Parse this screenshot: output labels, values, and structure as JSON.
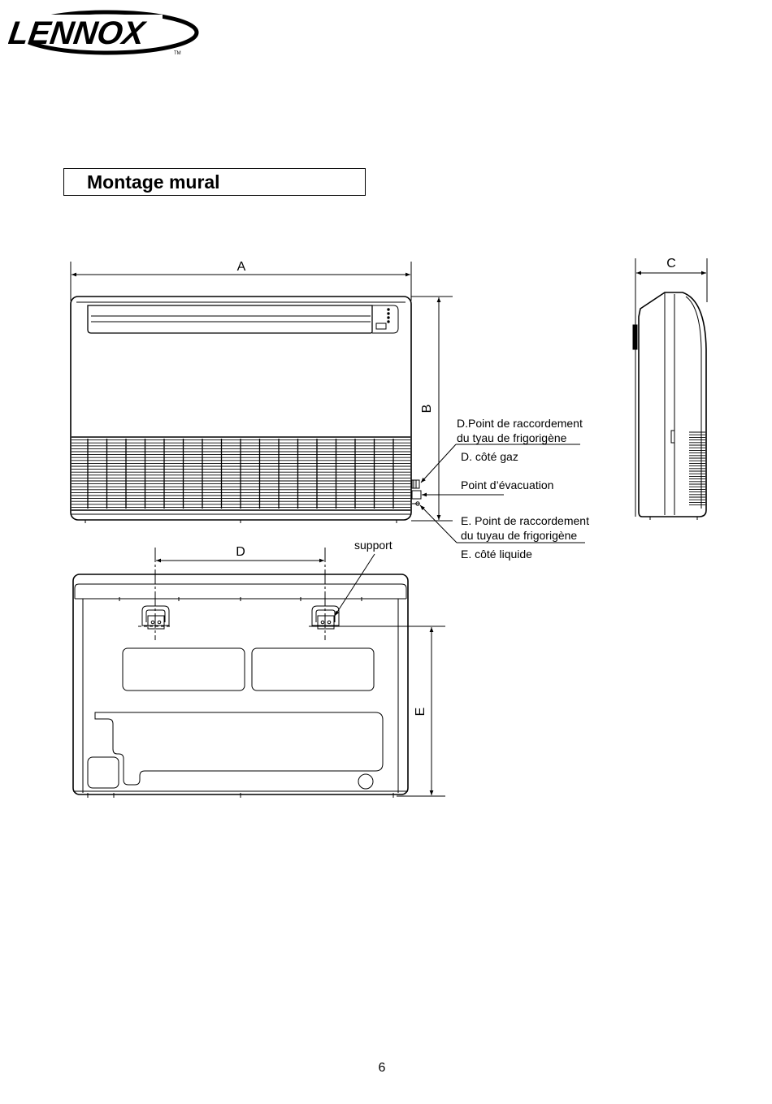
{
  "logo": {
    "brand": "LENNOX",
    "trademark": "TM"
  },
  "section_title": "Montage mural",
  "dimensions": {
    "a": "A",
    "b": "B",
    "c": "C",
    "d": "D",
    "e": "E"
  },
  "callouts": {
    "d_point_line1": "D.Point de raccordement",
    "d_point_line2": "du tyau de frigorigène",
    "d_gas_side": "D. côté gaz",
    "drain_point": "Point d’évacuation",
    "e_point_line1": "E. Point de raccordement",
    "e_point_line2": "du tuyau de frigorigène",
    "e_liquid_side": "E. côté liquide",
    "support": "support"
  },
  "page_number": "6"
}
